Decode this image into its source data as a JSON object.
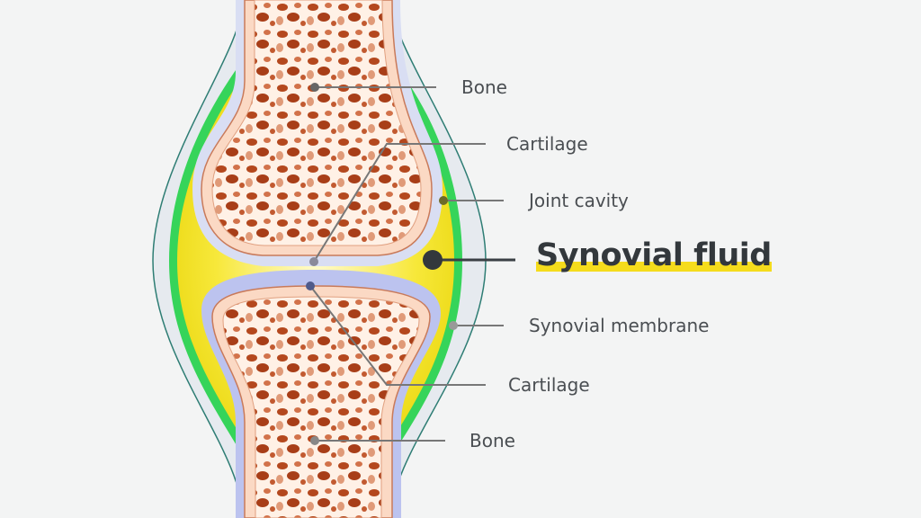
{
  "labels": {
    "bone_top": "Bone",
    "cartilage_top": "Cartilage",
    "joint_cavity": "Joint cavity",
    "synovial_fluid": "Synovial fluid",
    "synovial_membrane": "Synovial membrane",
    "cartilage_bottom": "Cartilage",
    "bone_bottom": "Bone"
  },
  "colors": {
    "background": "#f3f4f4",
    "fluid": "#f4e21a",
    "membrane": "#36d45a",
    "cartilage": "#c9cff2",
    "bone": "#fbd9c4",
    "bone_pores": "#b4481e",
    "highlight": "#f5dc1c"
  }
}
